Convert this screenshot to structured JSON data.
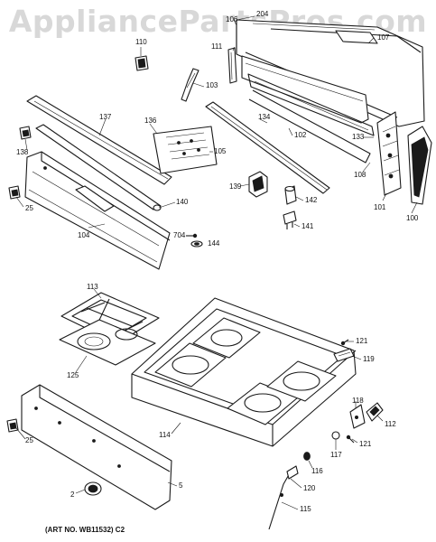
{
  "watermark": "AppliancePartsPros.com",
  "art_number": "(ART NO. WB11532) C2",
  "callouts": [
    {
      "id": "c204",
      "label": "204"
    },
    {
      "id": "c106",
      "label": "106"
    },
    {
      "id": "c107",
      "label": "107"
    },
    {
      "id": "c110",
      "label": "110"
    },
    {
      "id": "c111",
      "label": "111"
    },
    {
      "id": "c103",
      "label": "103"
    },
    {
      "id": "c137",
      "label": "137"
    },
    {
      "id": "c136",
      "label": "136"
    },
    {
      "id": "c134",
      "label": "134"
    },
    {
      "id": "c102",
      "label": "102"
    },
    {
      "id": "c133",
      "label": "133"
    },
    {
      "id": "c138",
      "label": "138"
    },
    {
      "id": "c105",
      "label": "105"
    },
    {
      "id": "c108",
      "label": "108"
    },
    {
      "id": "c139",
      "label": "139"
    },
    {
      "id": "c142",
      "label": "142"
    },
    {
      "id": "c140",
      "label": "140"
    },
    {
      "id": "c101",
      "label": "101"
    },
    {
      "id": "c100",
      "label": "100"
    },
    {
      "id": "c25a",
      "label": "25"
    },
    {
      "id": "c141",
      "label": "141"
    },
    {
      "id": "c104",
      "label": "104"
    },
    {
      "id": "c704",
      "label": "704"
    },
    {
      "id": "c144",
      "label": "144"
    },
    {
      "id": "c113",
      "label": "113"
    },
    {
      "id": "c125",
      "label": "125"
    },
    {
      "id": "c121a",
      "label": "121"
    },
    {
      "id": "c119",
      "label": "119"
    },
    {
      "id": "c118",
      "label": "118"
    },
    {
      "id": "c112",
      "label": "112"
    },
    {
      "id": "c114",
      "label": "114"
    },
    {
      "id": "c121b",
      "label": "121"
    },
    {
      "id": "c117",
      "label": "117"
    },
    {
      "id": "c116",
      "label": "116"
    },
    {
      "id": "c25b",
      "label": "25"
    },
    {
      "id": "c2",
      "label": "2"
    },
    {
      "id": "c5",
      "label": "5"
    },
    {
      "id": "c120",
      "label": "120"
    },
    {
      "id": "c115",
      "label": "115"
    }
  ]
}
